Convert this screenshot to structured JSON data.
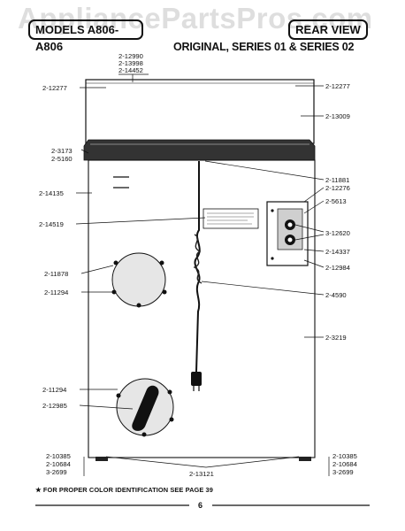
{
  "watermark": "AppliancePartsPros.com",
  "header": {
    "models": "MODELS A806-A806",
    "view": "REAR VIEW",
    "subtitle": "ORIGINAL, SERIES 01 & SERIES 02"
  },
  "label_text": {
    "top_stack": [
      "2-12990",
      "2-13998",
      "2-14452"
    ],
    "left_top": "2-12277",
    "right_top": "2-12277",
    "right_panel": "2-13009",
    "left_edge_stack": [
      "2-3173",
      "2-5160"
    ],
    "edge_seal": "2-11881",
    "cabinet_left": "2-14135",
    "right_stack_1": [
      "2-12276"
    ],
    "right_stack_2": "2-5613",
    "decal": "2-14519",
    "right_stack_3": "3-12620",
    "right_stack_4": "2-14337",
    "left_drain": "2-11878",
    "right_stack_5": "2-12984",
    "left_grill": "2-11294",
    "cord": "2-4590",
    "cabinet_right": "2-3219",
    "left_lower_1": "2-11294",
    "left_lower_2": "2-12985",
    "bottom_left_stack": [
      "2-10385",
      "2-10684",
      "3-2699"
    ],
    "bottom_center": "2-13121",
    "bottom_right_stack": [
      "2-10385",
      "2-10684",
      "3-2699"
    ]
  },
  "footnote": "★  FOR PROPER COLOR IDENTIFICATION SEE PAGE 39",
  "page_number": "6"
}
